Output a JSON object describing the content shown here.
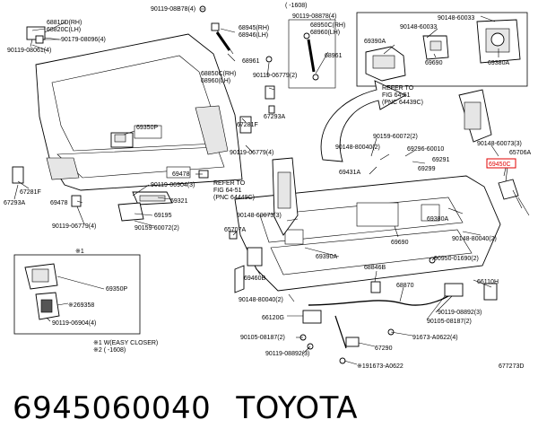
{
  "caption": {
    "part_number": "6945060040",
    "brand": "TOYOTA"
  },
  "diagram": {
    "code": "677273D",
    "notes": [
      "※1 W(EASY CLOSER)",
      "※2 (       -1608)"
    ],
    "box_top_date": "(       -1608)",
    "box_bottom_title": "※1",
    "labels": [
      "68810D(RH)",
      "68820C(LH)",
      "90119-08B78(4)",
      "90179-08096(4)",
      "90119-08061(4)",
      "68945(RH)",
      "68946(LH)",
      "68961",
      "68850C(RH)",
      "68960(LH)",
      "90119-06779(2)",
      "90119-08878(4)",
      "68950C(RH)",
      "68960(LH)",
      "68961",
      "90148-60033",
      "90148-60033",
      "69390A",
      "69690",
      "69380A",
      "69350P",
      "67281F",
      "67293A",
      "90119-06779(4)",
      "69478",
      "69478",
      "90119-06904(3)",
      "69321",
      "69195",
      "90119-06779(4)",
      "90159-60072(2)",
      "67281F",
      "67293A",
      "REFER TO",
      "FIG 64-51",
      "(PNC 64439C)",
      "REFER TO",
      "FIG 64-51",
      "(PNC 64449C)",
      "90159-60072(2)",
      "90148-80040(2)",
      "69296-60010",
      "69291",
      "69299",
      "69431A",
      "90148-60073(3)",
      "65706A",
      "69450C",
      "90148-60073(3)",
      "65707A",
      "69380A",
      "69690",
      "69390A",
      "90148-80040(2)",
      "69460B",
      "90148-80040(2)",
      "68846B",
      "90950-01690(2)",
      "66110H",
      "68870",
      "90119-08892(3)",
      "66120G",
      "90105-08187(2)",
      "91673-A0622(4)",
      "90105-08187(2)",
      "67290",
      "90119-08892(3)",
      "※191673-A0622",
      "69350P",
      "※269358",
      "90119-06904(4)"
    ]
  }
}
